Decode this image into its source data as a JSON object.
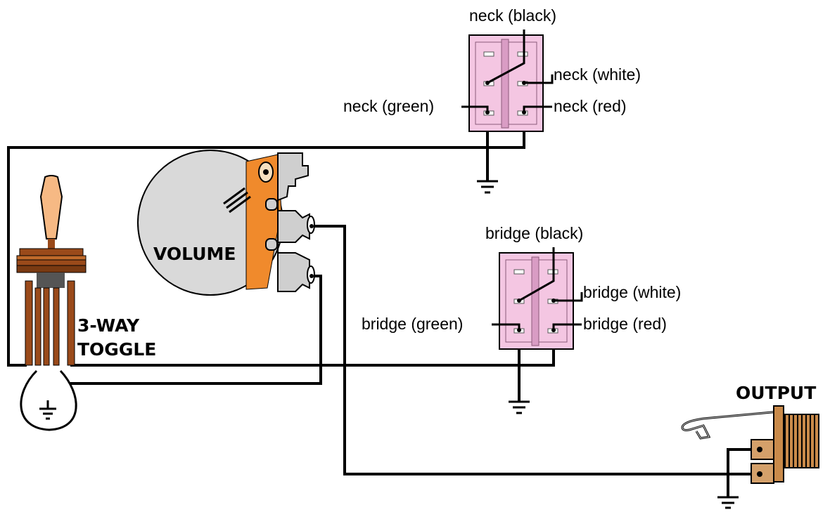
{
  "labels": {
    "neck_black": "neck (black)",
    "neck_white": "neck (white)",
    "neck_green": "neck (green)",
    "neck_red": "neck (red)",
    "bridge_black": "bridge (black)",
    "bridge_white": "bridge (white)",
    "bridge_green": "bridge (green)",
    "bridge_red": "bridge (red)",
    "volume": "VOLUME",
    "toggle_line1": "3-WAY",
    "toggle_line2": "TOGGLE",
    "output": "OUTPUT"
  },
  "colors": {
    "wire": "#000000",
    "pickup_body": "#f4c6e2",
    "pot_body": "#d9d9d9",
    "pot_lug": "#cfcfcf",
    "orange": "#f08a2c",
    "toggle_tip": "#f6b984",
    "toggle_brown": "#9a4a1a",
    "jack_brass": "#c98a4a"
  }
}
